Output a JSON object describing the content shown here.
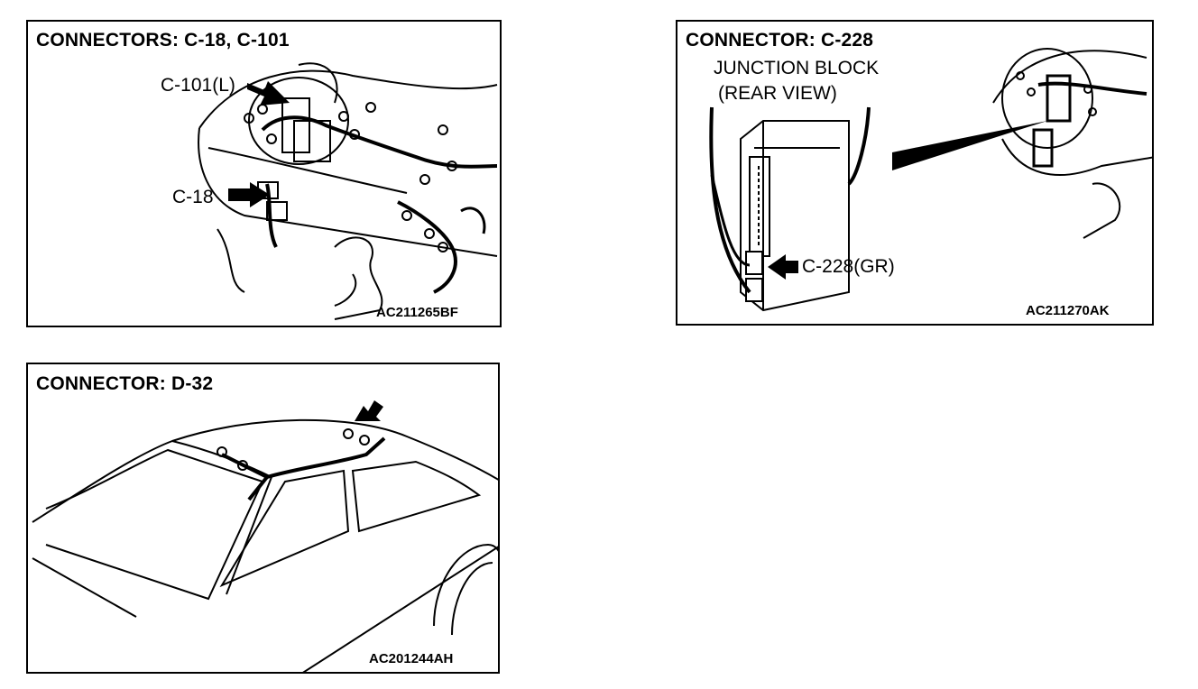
{
  "panels": [
    {
      "title": "CONNECTORS: C-18, C-101",
      "callouts": [
        "C-101(L)",
        "C-18"
      ],
      "code": "AC211265BF"
    },
    {
      "title": "CONNECTOR: C-228",
      "callouts": [
        "JUNCTION BLOCK",
        "(REAR VIEW)",
        "C-228(GR)"
      ],
      "code": "AC211270AK"
    },
    {
      "title": "CONNECTOR: D-32",
      "callouts": [],
      "code": "AC201244AH"
    }
  ]
}
